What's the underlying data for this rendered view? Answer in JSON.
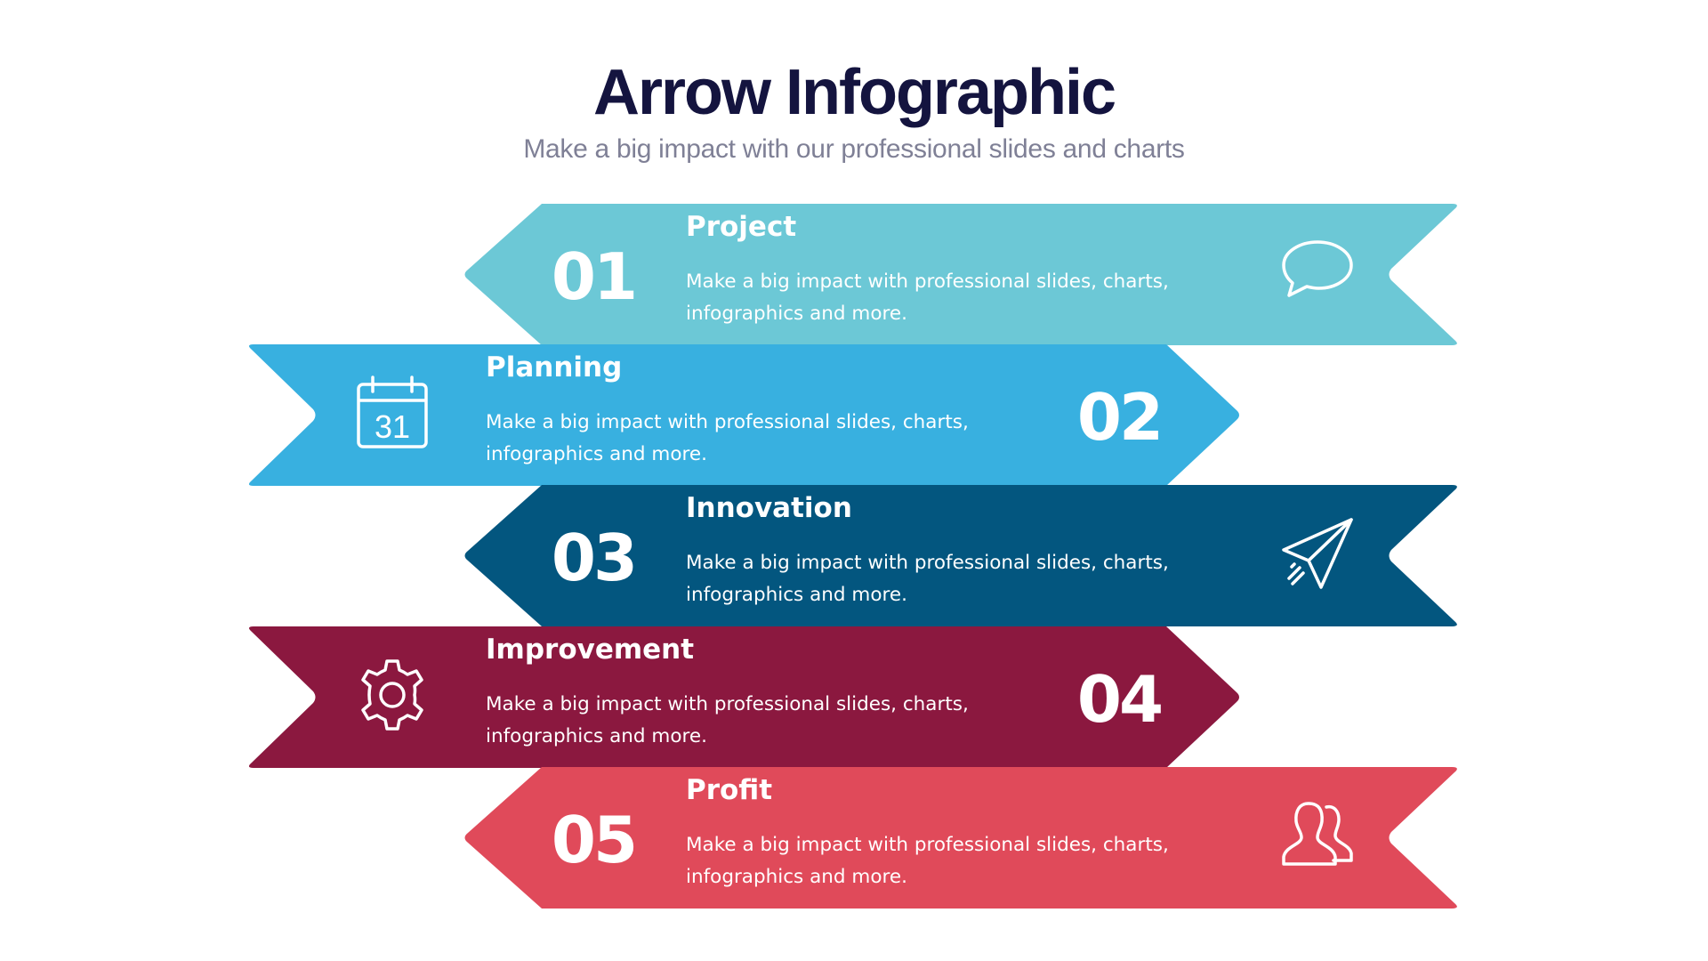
{
  "header": {
    "title": "Arrow Infographic",
    "subtitle": "Make a big impact with our professional slides and charts"
  },
  "colors": {
    "title": "#14143f",
    "subtitle": "#7f8096",
    "step1": "#6cc8d6",
    "step2": "#38b0e0",
    "step3": "#03567f",
    "step4": "#8b183f",
    "step5": "#e04a5a",
    "text": "#ffffff"
  },
  "steps": [
    {
      "number": "01",
      "title": "Project",
      "description": "Make a big impact with professional slides, charts, infographics and more.",
      "icon": "speech-bubble-icon",
      "direction": "left"
    },
    {
      "number": "02",
      "title": "Planning",
      "description": "Make a big impact with professional slides, charts, infographics and more.",
      "icon": "calendar-icon",
      "icon_text": "31",
      "direction": "right"
    },
    {
      "number": "03",
      "title": "Innovation",
      "description": "Make a big impact with professional slides, charts, infographics and more.",
      "icon": "paper-plane-icon",
      "direction": "left"
    },
    {
      "number": "04",
      "title": "Improvement",
      "description": "Make a big impact with professional slides, charts, infographics and more.",
      "icon": "gear-icon",
      "direction": "right"
    },
    {
      "number": "05",
      "title": "Profit",
      "description": "Make a big impact with professional slides, charts, infographics and more.",
      "icon": "users-icon",
      "direction": "left"
    }
  ]
}
